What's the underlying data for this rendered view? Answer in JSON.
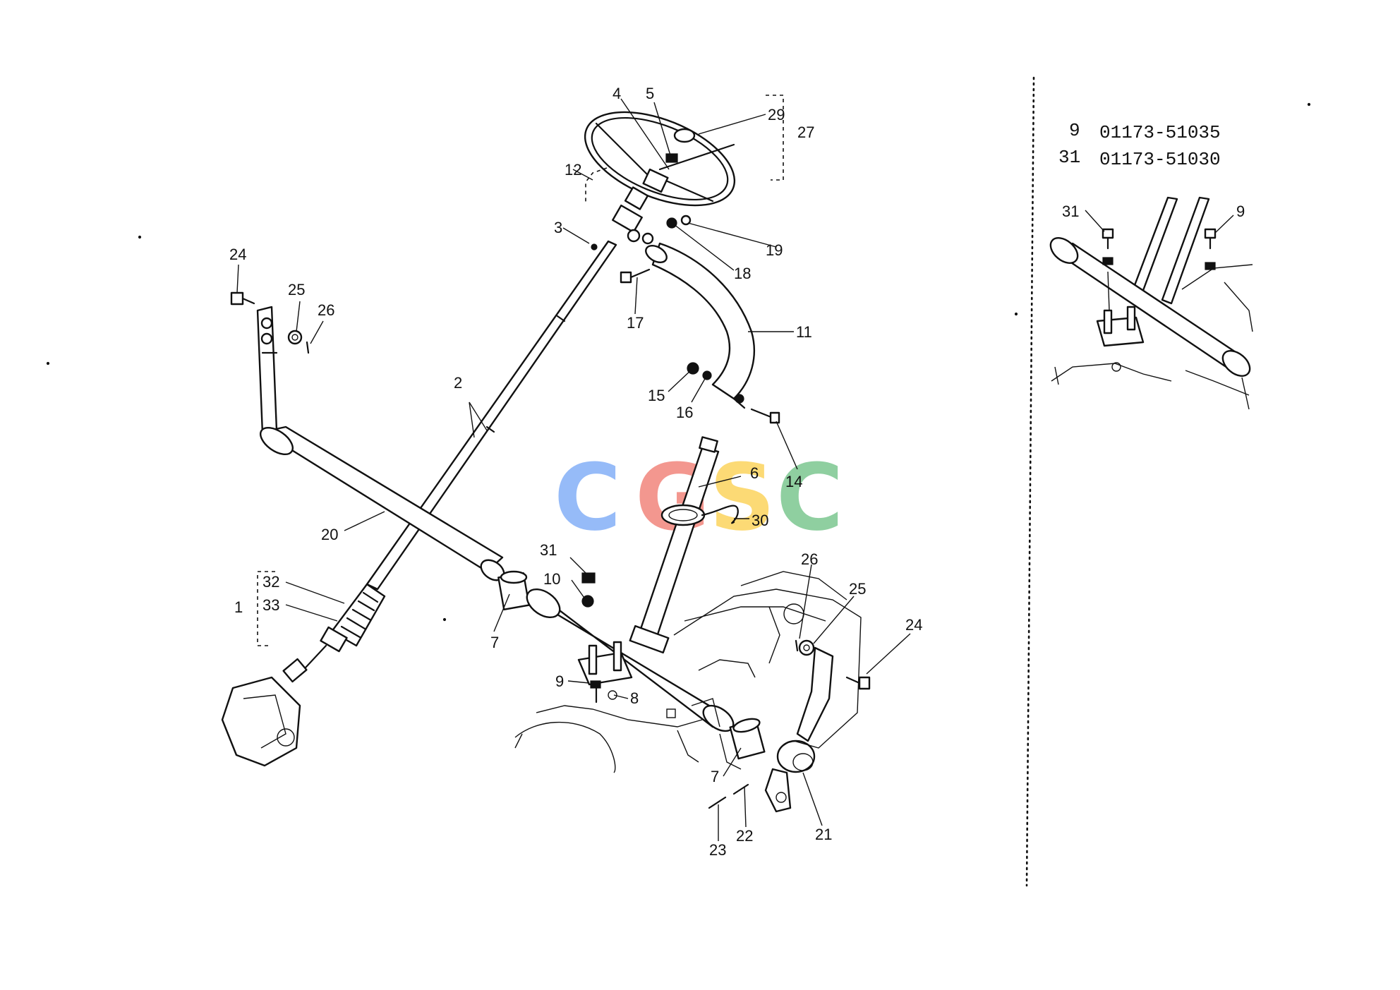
{
  "watermark": {
    "letters": [
      "C",
      "G",
      "S",
      "C"
    ],
    "colors": [
      "#4285F4",
      "#EA4335",
      "#FBBC05",
      "#34A853"
    ]
  },
  "callouts": {
    "c1": "1",
    "c2": "2",
    "c3": "3",
    "c4": "4",
    "c5": "5",
    "c6": "6",
    "c7a": "7",
    "c7b": "7",
    "c8": "8",
    "c9": "9",
    "c10": "10",
    "c11": "11",
    "c12": "12",
    "c14": "14",
    "c15": "15",
    "c16": "16",
    "c17": "17",
    "c18": "18",
    "c19": "19",
    "c20": "20",
    "c21": "21",
    "c22": "22",
    "c23": "23",
    "c24a": "24",
    "c24b": "24",
    "c25a": "25",
    "c25b": "25",
    "c26a": "26",
    "c26b": "26",
    "c27": "27",
    "c29": "29",
    "c30": "30",
    "c31": "31",
    "c32": "32",
    "c33": "33"
  },
  "parts_table": [
    {
      "ref": "9",
      "part_no": "01173-51035"
    },
    {
      "ref": "31",
      "part_no": "01173-51030"
    }
  ],
  "inset_callouts": {
    "c31": "31",
    "c9": "9"
  }
}
